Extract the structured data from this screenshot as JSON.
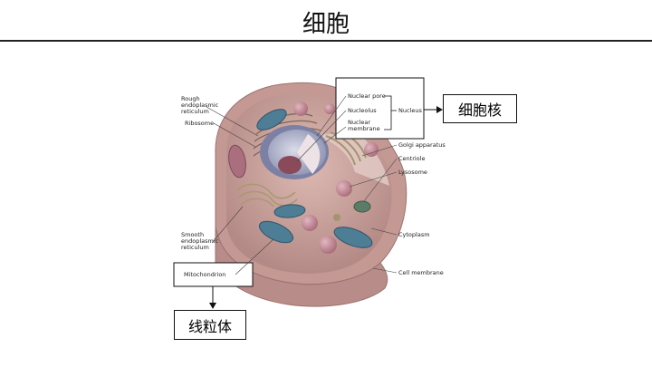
{
  "page": {
    "title": "细胞"
  },
  "callouts": {
    "nucleus_group": "细胞核",
    "mitochondrion_group": "线粒体"
  },
  "labels": {
    "rough_er": [
      "Rough",
      "endoplasmic",
      "reticulum"
    ],
    "ribosome": "Ribosome",
    "smooth_er": [
      "Smooth",
      "endoplasmic",
      "reticulum"
    ],
    "mitochondrion": "Mitochondrion",
    "nuclear_pore": "Nuclear pore",
    "nucleolus": "Nucleolus",
    "nuclear_membrane": [
      "Nuclear",
      "membrane"
    ],
    "nucleus": "Nucleus",
    "golgi": "Golgi apparatus",
    "centriole": "Centriole",
    "lysosome": "Lysosome",
    "cytoplasm": "Cytoplasm",
    "cell_membrane": "Cell membrane"
  },
  "colors": {
    "cell_outer": "#d8b4ad",
    "cytoplasm": "#c9a29d",
    "nucleus": "#b5b8d0",
    "nucleolus": "#8a4a5a",
    "mitochondria": "#4e7d96",
    "lysosome": "#a96f7e"
  }
}
